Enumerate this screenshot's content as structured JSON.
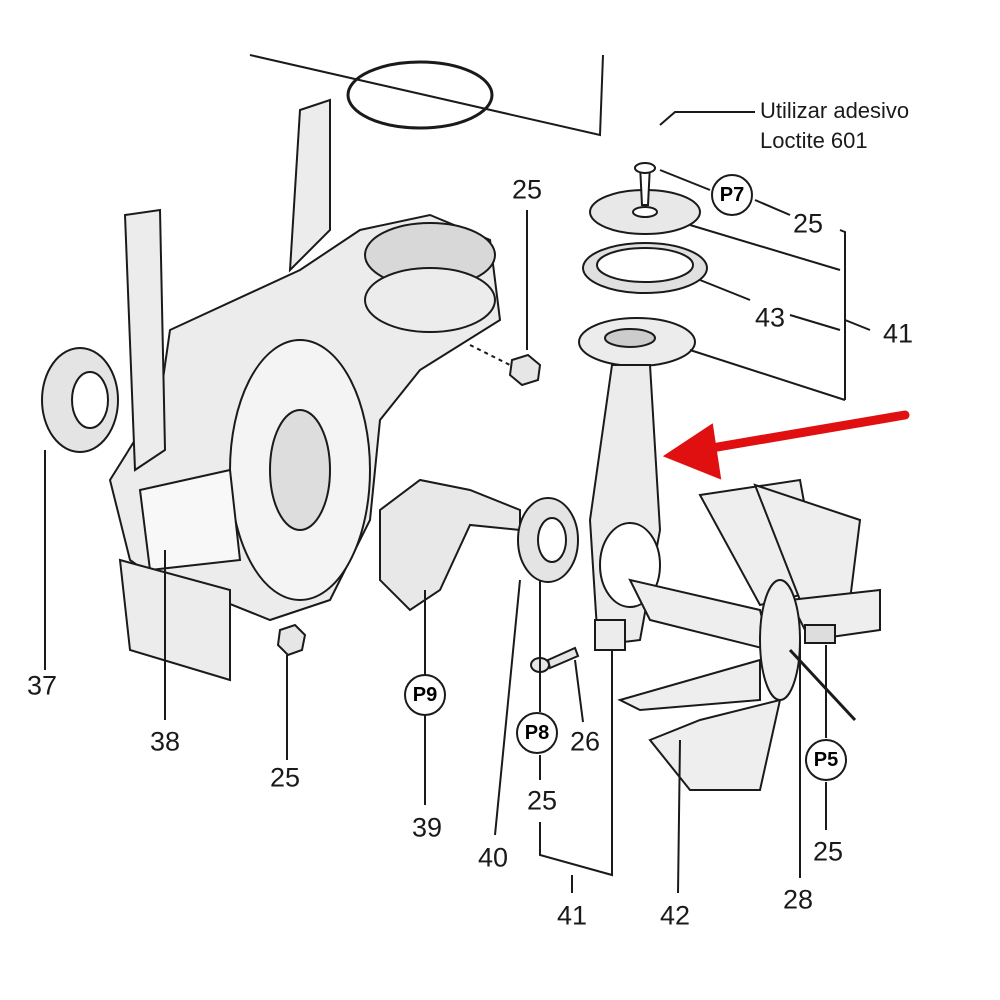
{
  "annotation": {
    "line1": "Utilizar adesivo",
    "line2": "Loctite 601"
  },
  "badges": {
    "p7": "P7",
    "p9": "P9",
    "p8": "P8",
    "p5": "P5"
  },
  "labels": {
    "l25_top_right": "25",
    "l43": "43",
    "l41_right": "41",
    "l25_nut": "25",
    "l37": "37",
    "l38": "38",
    "l25_bottom_left": "25",
    "l39": "39",
    "l40": "40",
    "l26": "26",
    "l25_p8": "25",
    "l41_bottom": "41",
    "l42": "42",
    "l28": "28",
    "l25_p5": "25"
  },
  "colors": {
    "line": "#1a1a1a",
    "part_fill": "#e9e9e9",
    "part_dark": "#bdbdbd",
    "arrow": "#e01010"
  }
}
